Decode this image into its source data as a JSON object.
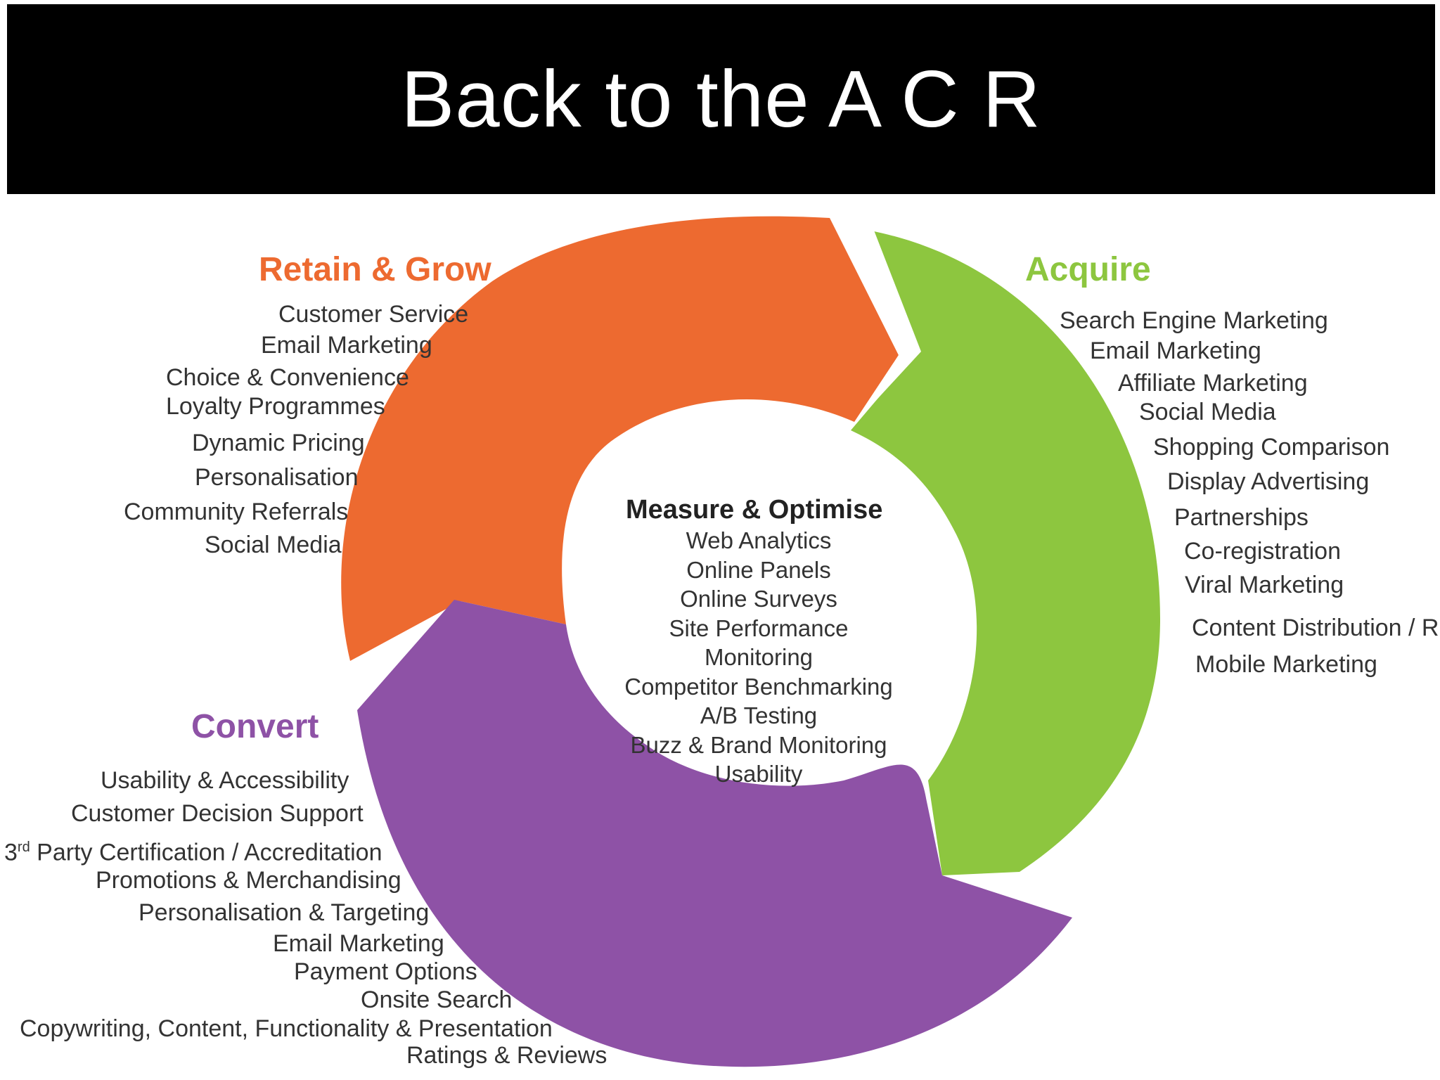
{
  "title": "Back to the A C  R",
  "colors": {
    "retain": "#ED6A30",
    "acquire": "#8DC63F",
    "convert": "#8E52A6",
    "title_bg": "#000000",
    "text": "#333333"
  },
  "retain": {
    "heading": "Retain & Grow",
    "items": [
      "Customer Service",
      "Email Marketing",
      "Choice & Convenience",
      "Loyalty Programmes",
      "Dynamic Pricing",
      "Personalisation",
      "Community Referrals",
      "Social Media"
    ]
  },
  "acquire": {
    "heading": "Acquire",
    "items": [
      "Search Engine Marketing",
      "Email Marketing",
      "Affiliate Marketing",
      "Social Media",
      "Shopping Comparison",
      "Display Advertising",
      "Partnerships",
      "Co-registration",
      "Viral Marketing",
      "Content Distribution / RS",
      "Mobile Marketing"
    ]
  },
  "convert": {
    "heading": "Convert",
    "items": [
      "Usability & Accessibility",
      "Customer Decision Support",
      "3rd Party Certification / Accreditation",
      "Promotions & Merchandising",
      "Personalisation & Targeting",
      "Email Marketing",
      "Payment Options",
      "Onsite Search",
      "Copywriting, Content, Functionality & Presentation",
      "Ratings & Reviews"
    ]
  },
  "center": {
    "heading": "Measure & Optimise",
    "items": [
      "Web Analytics",
      "Online Panels",
      "Online Surveys",
      "Site Performance",
      "Monitoring",
      "Competitor Benchmarking",
      "A/B Testing",
      "Buzz & Brand Monitoring",
      "Usability"
    ]
  }
}
